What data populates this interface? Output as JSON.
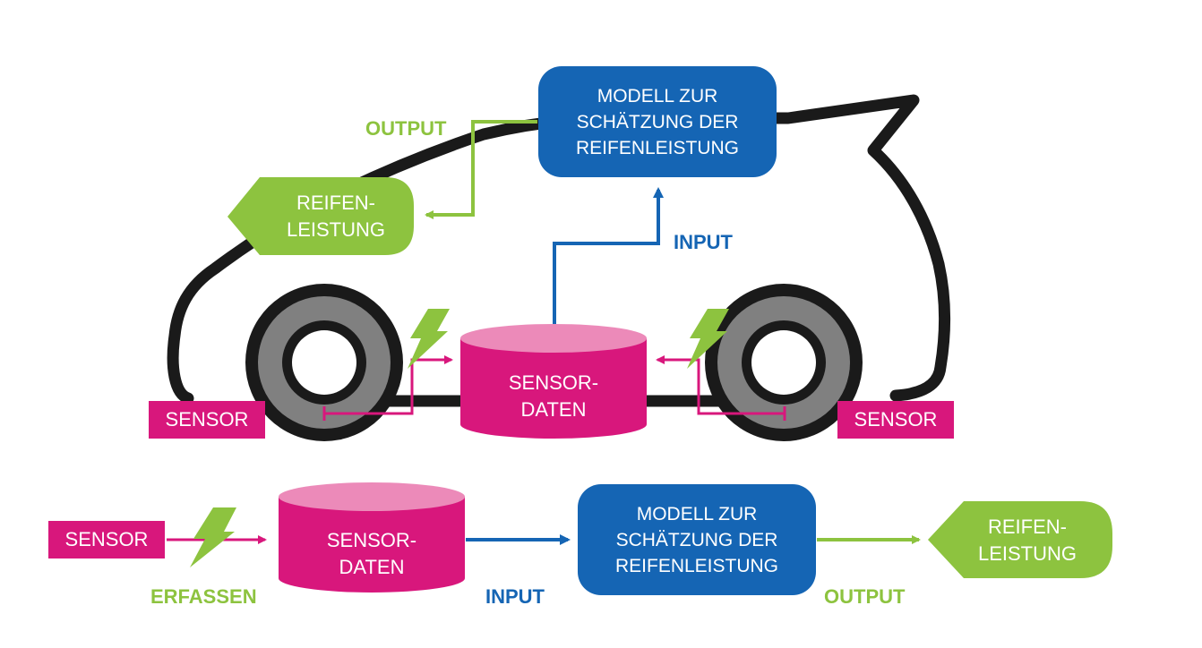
{
  "top": {
    "model_lines": [
      "MODELL ZUR",
      "SCHÄTZUNG DER",
      "REIFENLEISTUNG"
    ],
    "output_label": "OUTPUT",
    "input_label": "INPUT",
    "reifen_lines": [
      "REIFEN-",
      "LEISTUNG"
    ],
    "sensordaten_lines": [
      "SENSOR-",
      "DATEN"
    ],
    "sensor_left": "SENSOR",
    "sensor_right": "SENSOR"
  },
  "bottom": {
    "sensor": "SENSOR",
    "erfassen_label": "ERFASSEN",
    "sensordaten_lines": [
      "SENSOR-",
      "DATEN"
    ],
    "input_label": "INPUT",
    "model_lines": [
      "MODELL ZUR",
      "SCHÄTZUNG DER",
      "REIFENLEISTUNG"
    ],
    "output_label": "OUTPUT",
    "reifen_lines": [
      "REIFEN-",
      "LEISTUNG"
    ]
  },
  "colors": {
    "blue": "#1565b4",
    "magenta": "#d8177c",
    "magenta_light": "#ec8ab9",
    "green": "#8dc33f",
    "outline": "#1a1a1a",
    "tire_gray": "#808080"
  }
}
